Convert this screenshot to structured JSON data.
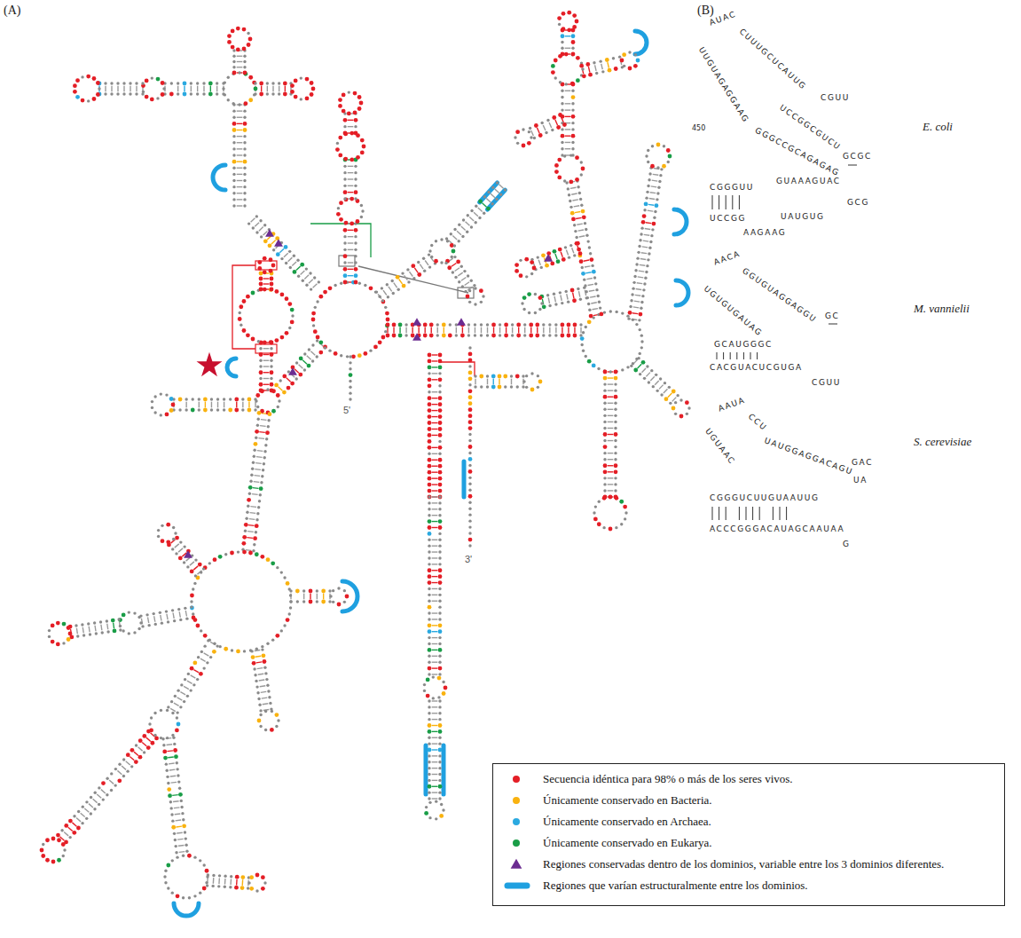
{
  "diagram": {
    "labels": [
      "(A)",
      "(B)",
      "5'",
      "3'",
      "AUAC",
      "CUUUGCUCAUUG",
      "UUGUAGAGGAAG",
      "450",
      "CGUU",
      "GGGCCGCAGAGAG",
      "UCCGGCGUCU",
      "GCGC",
      "CGGGUU",
      "UCCGG",
      "GUAAAGUAC",
      "UAUGUG",
      "AAGAAG",
      "GCG",
      "E. coli",
      "AACA",
      "GGUGUAGGAGGU",
      "UGUGUGAUAG",
      "GC",
      "GCAUGGGC",
      "CACGUACUCGUGA",
      "CGUU",
      "M. vannielii",
      "AAUA",
      "CCU",
      "UGUAAC",
      "UAUGGAGGACAGU",
      "GAC",
      "UA",
      "CGGGUCUUGUAAUUG",
      "ACCCGGGACAUAGCAAUAA",
      "G",
      "S. cerevisiae"
    ],
    "legend": [
      {
        "text": "Secuencia idéntica para 98% o más de los seres vivos.",
        "color": "#e41e26"
      },
      {
        "text": "Únicamente conservado en Bacteria.",
        "color": "#f9b20f"
      },
      {
        "text": "Únicamente conservado en Archaea.",
        "color": "#2aa9e0"
      },
      {
        "text": "Únicamente conservado en Eukarya.",
        "color": "#199d47"
      },
      {
        "text": "Regiones conservadas dentro de los dominios, variable entre los 3 dominios diferentes."
      },
      {
        "text": "Regiones que varían estructuralmente entre los dominios."
      }
    ]
  }
}
